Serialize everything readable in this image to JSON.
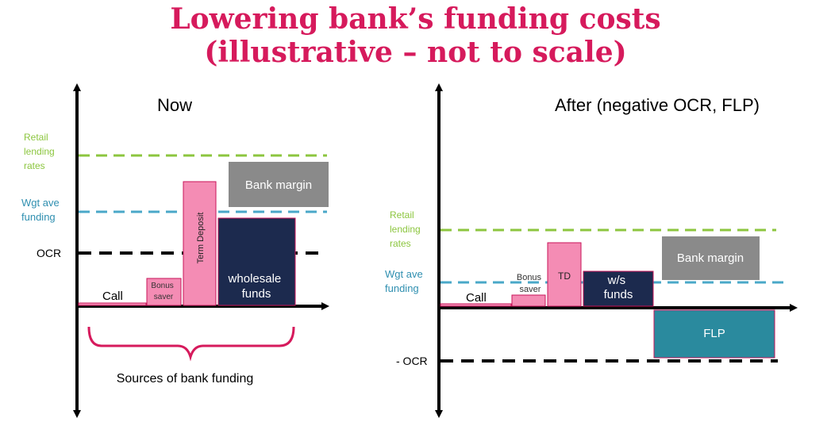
{
  "title": {
    "line1": "Lowering bank’s funding costs",
    "line2": "(illustrative – not to scale)"
  },
  "colors": {
    "title": "#d61a5c",
    "retail": "#8cc63f",
    "wgt": "#4aa8c8",
    "ocr": "#000000",
    "pink_fill": "#f48cb4",
    "pink_stroke": "#c8155a",
    "navy": "#1c2a4e",
    "grey": "#8a8a8a",
    "teal": "#2a8a9e"
  },
  "now": {
    "heading": "Now",
    "retail_label_lines": [
      "Retail",
      "lending",
      "rates"
    ],
    "wgt_label_lines": [
      "Wgt ave",
      "funding"
    ],
    "ocr_label": "OCR",
    "bank_margin": "Bank margin",
    "call": "Call",
    "bonus_saver_lines": [
      "Bonus",
      "saver"
    ],
    "term_deposit": "Term Deposit",
    "wholesale_lines": [
      "wholesale",
      "funds"
    ],
    "sources": "Sources of bank funding"
  },
  "after": {
    "heading": "After (negative OCR, FLP)",
    "retail_label_lines": [
      "Retail",
      "lending",
      "rates"
    ],
    "wgt_label_lines": [
      "Wgt ave",
      "funding"
    ],
    "ocr_label": "- OCR",
    "bank_margin": "Bank margin",
    "call": "Call",
    "bonus_saver_lines": [
      "Bonus",
      "saver"
    ],
    "td": "TD",
    "ws_lines": [
      "w/s",
      "funds"
    ],
    "flp": "FLP"
  }
}
